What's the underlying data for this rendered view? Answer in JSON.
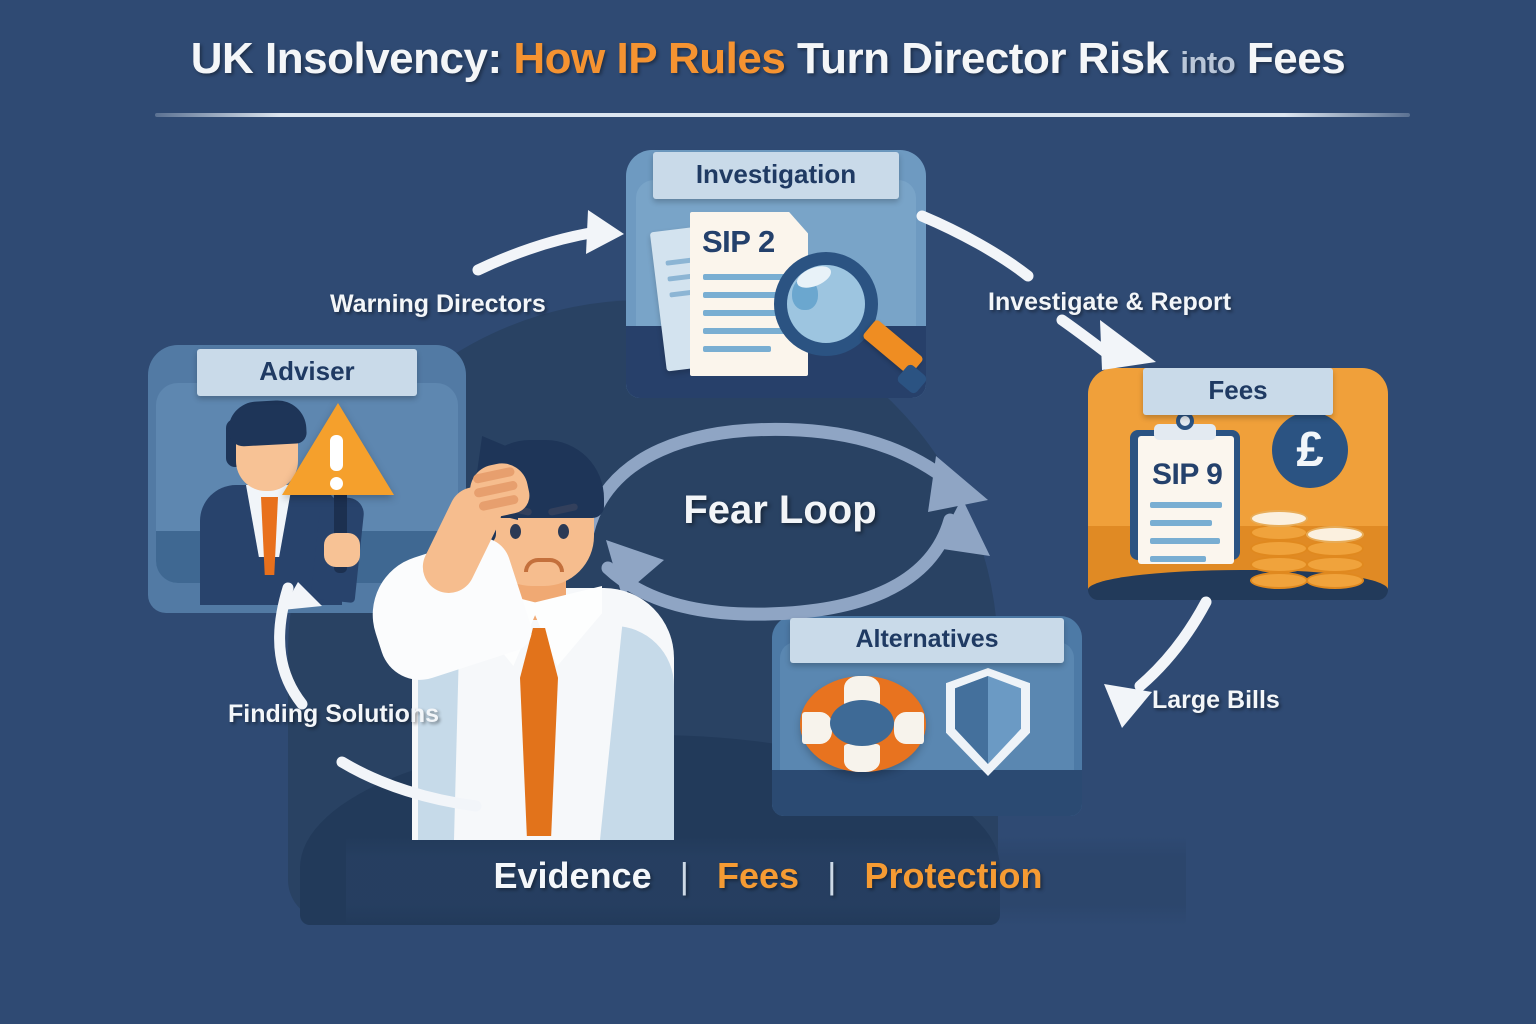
{
  "title": {
    "part1": "UK Insolvency:",
    "part2": "How IP Rules",
    "part3": "Turn Director Risk",
    "part4": "into",
    "part5": "Fees"
  },
  "center": {
    "label": "Fear Loop"
  },
  "nodes": [
    {
      "id": "adviser",
      "label": "Adviser",
      "icons": [
        "businessman-icon",
        "warning-triangle-icon"
      ]
    },
    {
      "id": "investigation",
      "label": "Investigation",
      "document_title": "SIP 2",
      "icons": [
        "document-icon",
        "magnifying-glass-icon"
      ]
    },
    {
      "id": "fees",
      "label": "Fees",
      "document_title": "SIP 9",
      "currency_symbol": "£",
      "icons": [
        "clipboard-icon",
        "pound-coin-icon",
        "coin-stack-icon"
      ]
    },
    {
      "id": "alternatives",
      "label": "Alternatives",
      "icons": [
        "lifebuoy-icon",
        "shield-icon"
      ]
    }
  ],
  "edges": [
    {
      "id": "warning-directors",
      "label": "Warning Directors"
    },
    {
      "id": "investigate-report",
      "label": "Investigate & Report"
    },
    {
      "id": "large-bills",
      "label": "Large Bills"
    },
    {
      "id": "finding-solutions",
      "label": "Finding Solutions"
    }
  ],
  "footer": {
    "item1": "Evidence",
    "sep1": "|",
    "item2": "Fees",
    "sep2": "|",
    "item3": "Protection"
  },
  "colors": {
    "background": "#2f4a73",
    "accent_orange": "#f59b33",
    "deep_navy": "#1f3a63",
    "banner_blue": "#c9dae9",
    "panel_blue": "#5e87b0",
    "loop_arrow": "#8fa5c4",
    "edge_arrow": "#f2f5f9"
  }
}
